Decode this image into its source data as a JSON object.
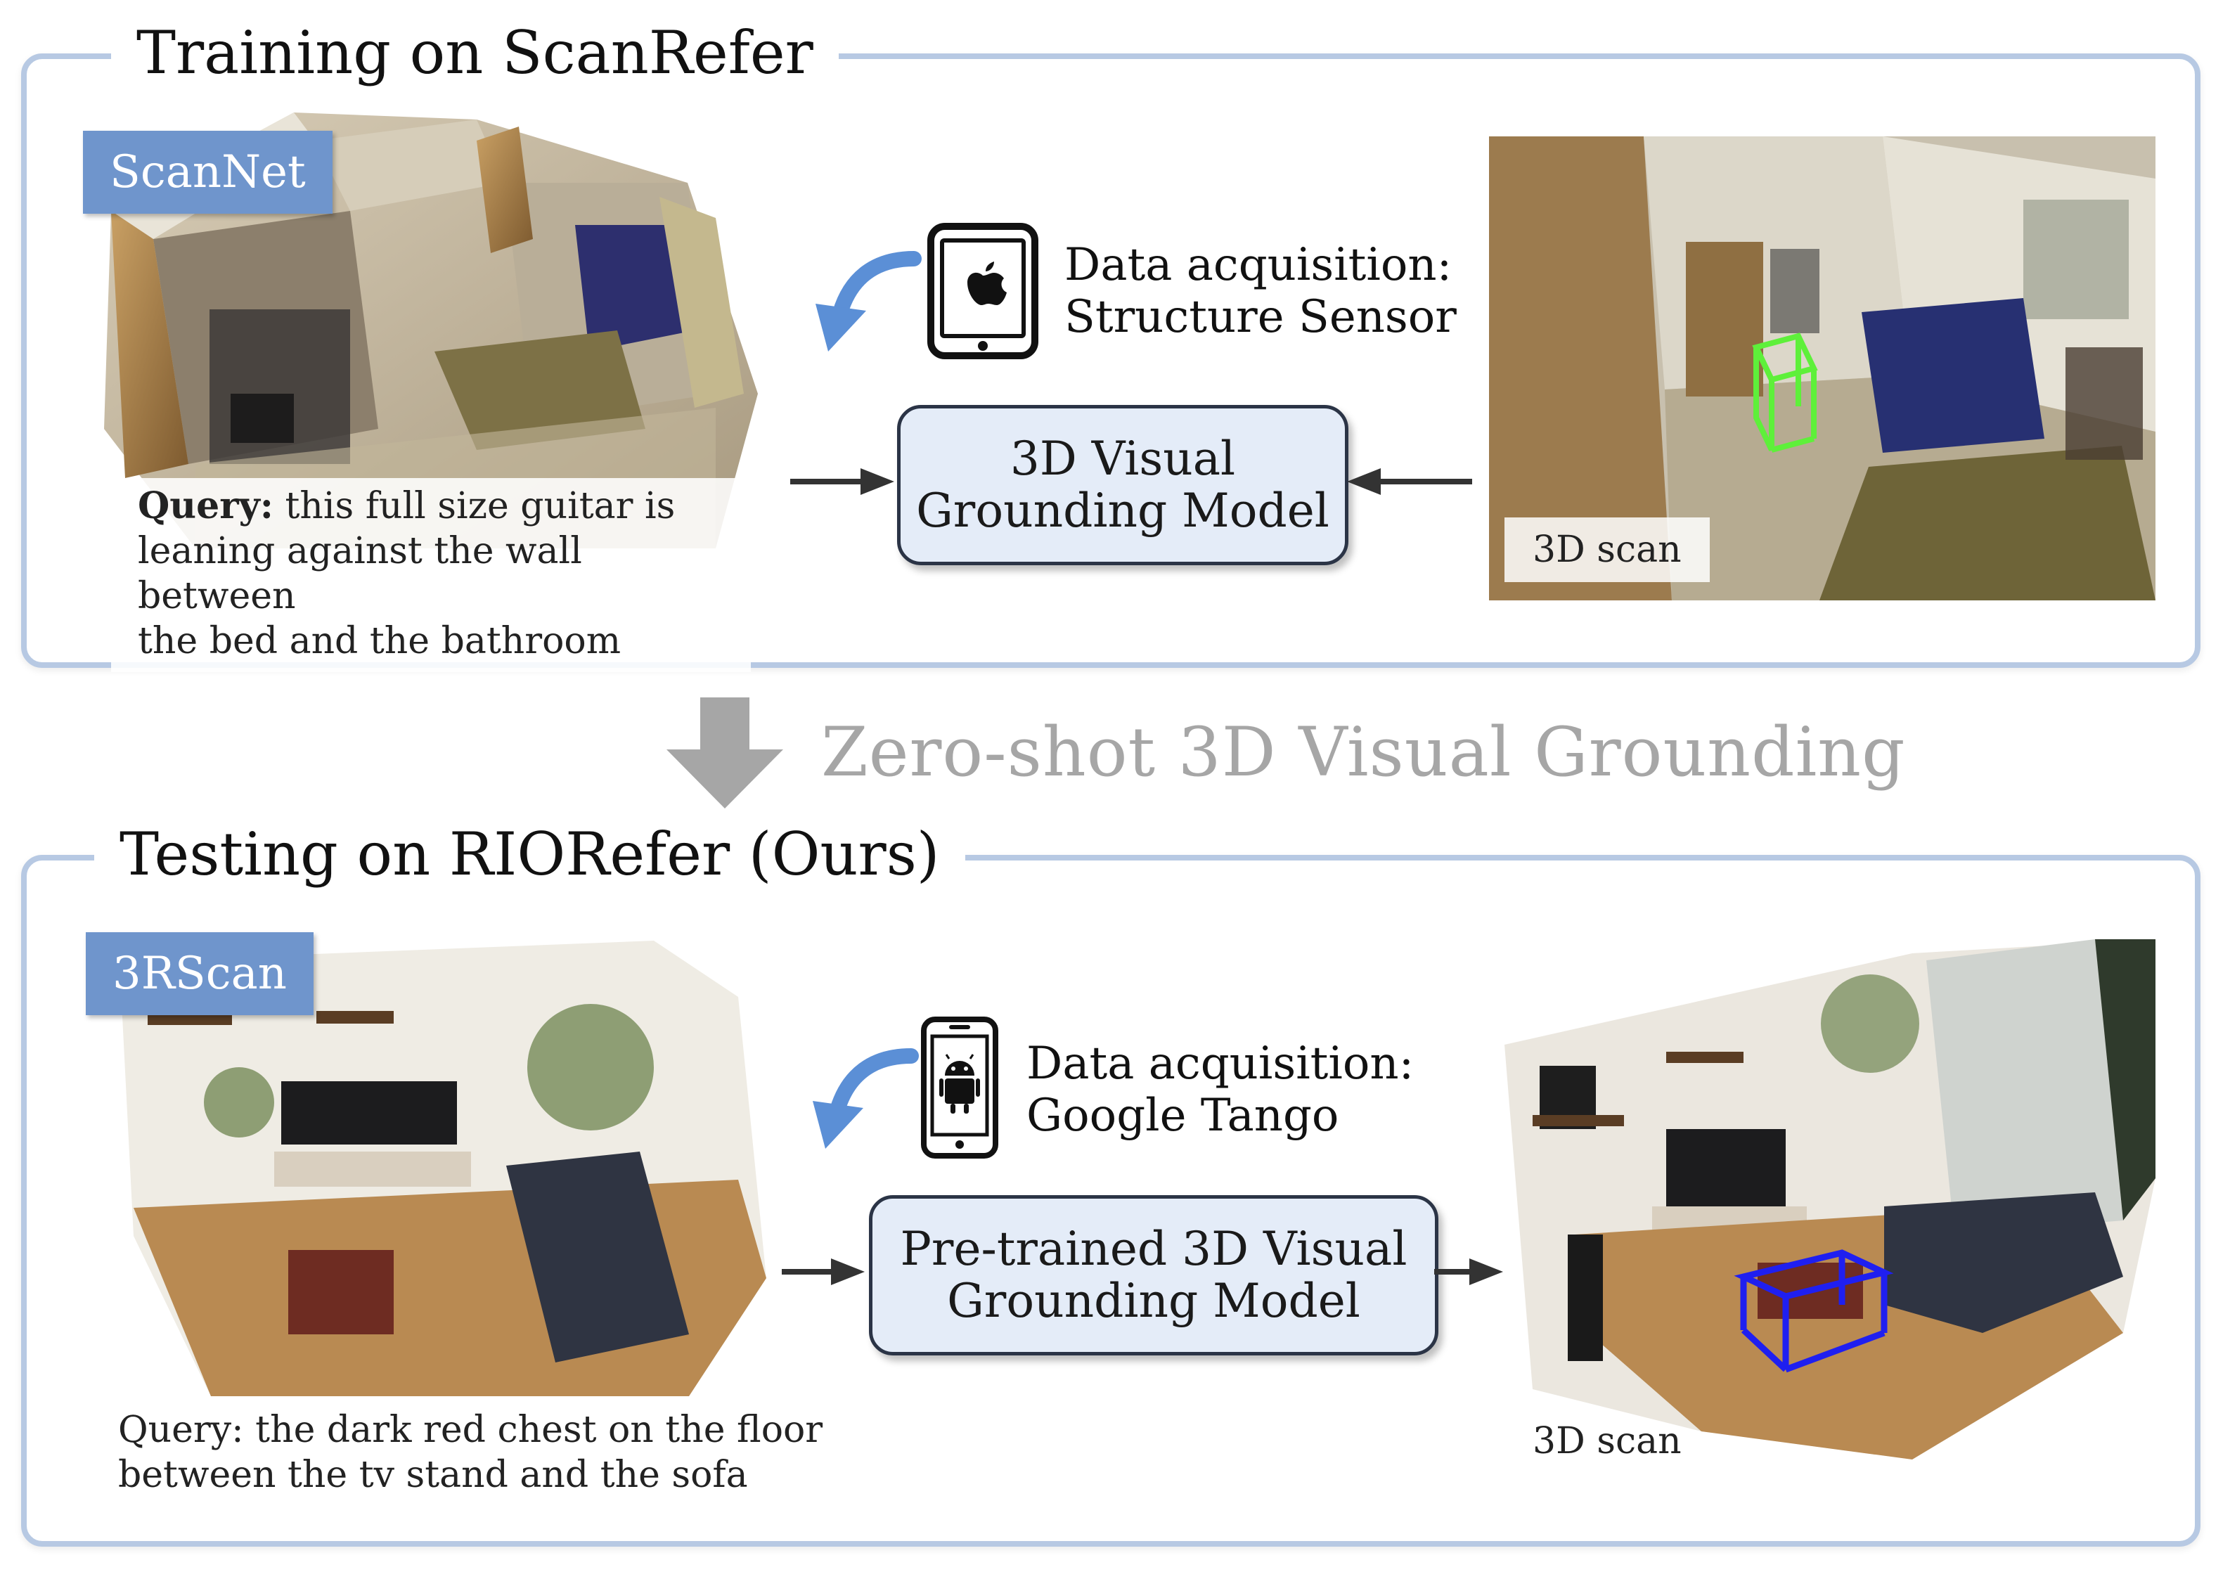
{
  "training": {
    "title": "Training on ScanRefer",
    "dataset_tag": "ScanNet",
    "query_label": "Query:",
    "query_text_line1": " this full size guitar is",
    "query_text_line2": "leaning against the wall between",
    "query_text_line3": "the bed and the bathroom",
    "acquisition_line1": "Data acquisition:",
    "acquisition_line2": " Structure Sensor",
    "device_icon": "tablet-apple-icon",
    "model_line1": "3D Visual",
    "model_line2": "Grounding Model",
    "scan_label": "3D scan",
    "bbox_color": "#5ef03a"
  },
  "transition": {
    "title": "Zero-shot 3D Visual Grounding",
    "arrow_icon": "down-arrow-icon",
    "color": "#a6a6a6"
  },
  "testing": {
    "title": "Testing on RIORefer (Ours)",
    "dataset_tag": "3RScan",
    "query_line1": "Query: the dark red chest on the floor",
    "query_line2": "between the tv stand and the sofa",
    "acquisition_line1": "Data acquisition:",
    "acquisition_line2": " Google Tango",
    "device_icon": "phone-android-icon",
    "model_line1": "Pre-trained 3D Visual",
    "model_line2": "Grounding Model",
    "scan_label": "3D scan",
    "bbox_color": "#1f1ff0"
  },
  "colors": {
    "panel_border": "#b7c9e3",
    "tag_bg": "#6f95cc",
    "model_box_bg": "#e4ecf8",
    "curved_arrow": "#5b8fd6"
  }
}
